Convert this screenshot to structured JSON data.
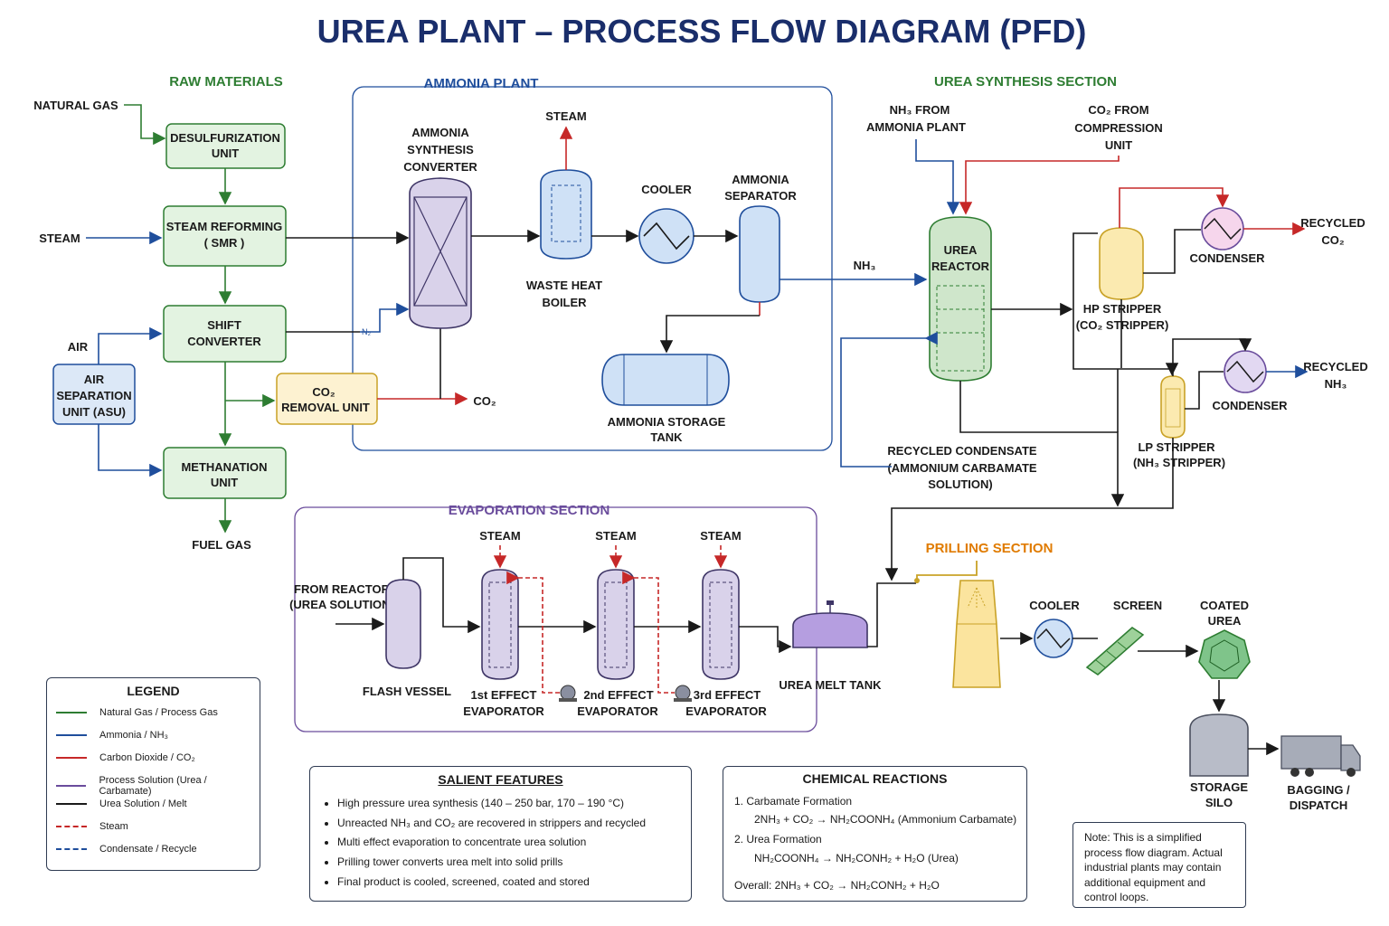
{
  "title": "UREA PLANT – PROCESS FLOW DIAGRAM (PFD)",
  "sections": {
    "raw": "RAW MATERIALS",
    "ammonia": "AMMONIA PLANT",
    "synthesis": "UREA SYNTHESIS SECTION",
    "evaporation": "EVAPORATION SECTION",
    "prilling": "PRILLING SECTION"
  },
  "raw_materials": {
    "natural_gas": "NATURAL GAS",
    "steam": "STEAM",
    "air": "AIR",
    "desulf": [
      "DESULFURIZATION",
      "UNIT"
    ],
    "smr": [
      "STEAM REFORMING",
      "( SMR )"
    ],
    "shift": [
      "SHIFT",
      "CONVERTER"
    ],
    "asu": [
      "AIR",
      "SEPARATION",
      "UNIT (ASU)"
    ],
    "co2_removal": [
      "CO₂",
      "REMOVAL UNIT"
    ],
    "methanation": [
      "METHANATION",
      "UNIT"
    ],
    "fuel_gas": "FUEL GAS",
    "co2_out": "CO₂",
    "n2_tag": "N₂"
  },
  "ammonia_plant": {
    "converter": [
      "AMMONIA",
      "SYNTHESIS",
      "CONVERTER"
    ],
    "steam": "STEAM",
    "whb": [
      "WASTE HEAT",
      "BOILER"
    ],
    "cooler": "COOLER",
    "separator": [
      "AMMONIA",
      "SEPARATOR"
    ],
    "storage": [
      "AMMONIA STORAGE",
      "TANK"
    ],
    "nh3": "NH₃"
  },
  "synthesis": {
    "nh3_from": [
      "NH₃ FROM",
      "AMMONIA PLANT"
    ],
    "co2_from": [
      "CO₂ FROM",
      "COMPRESSION",
      "UNIT"
    ],
    "reactor": [
      "UREA",
      "REACTOR"
    ],
    "hp_stripper": [
      "HP STRIPPER",
      "(CO₂ STRIPPER)"
    ],
    "lp_stripper": [
      "LP STRIPPER",
      "(NH₃ STRIPPER)"
    ],
    "condenser1": "CONDENSER",
    "condenser2": "CONDENSER",
    "recycled_co2": [
      "RECYCLED",
      "CO₂"
    ],
    "recycled_nh3": [
      "RECYCLED",
      "NH₃"
    ],
    "recycled_condensate": [
      "RECYCLED CONDENSATE",
      "(AMMONIUM CARBAMATE",
      "SOLUTION)"
    ]
  },
  "evaporation": {
    "from_reactor": [
      "FROM REACTOR",
      "(UREA SOLUTION)"
    ],
    "flash": "FLASH VESSEL",
    "steam": [
      "STEAM",
      "STEAM",
      "STEAM"
    ],
    "evap1": [
      "1st EFFECT",
      "EVAPORATOR"
    ],
    "evap2": [
      "2nd EFFECT",
      "EVAPORATOR"
    ],
    "evap3": [
      "3rd EFFECT",
      "EVAPORATOR"
    ],
    "melt_tank": "UREA MELT TANK"
  },
  "prilling": {
    "cooler": "COOLER",
    "screen": "SCREEN",
    "coated": [
      "COATED",
      "UREA"
    ],
    "silo": [
      "STORAGE",
      "SILO"
    ],
    "bagging": [
      "BAGGING /",
      "DISPATCH"
    ]
  },
  "legend": {
    "title": "LEGEND",
    "items": [
      {
        "label": "Natural Gas / Process Gas",
        "color": "#2e7d32",
        "style": "solid"
      },
      {
        "label": "Ammonia / NH₃",
        "color": "#1f4e9c",
        "style": "solid"
      },
      {
        "label": "Carbon Dioxide / CO₂",
        "color": "#c62828",
        "style": "solid"
      },
      {
        "label": "Process Solution (Urea / Carbamate)",
        "color": "#6a4c9c",
        "style": "solid"
      },
      {
        "label": "Urea Solution / Melt",
        "color": "#1a1a1a",
        "style": "solid"
      },
      {
        "label": "Steam",
        "color": "#c62828",
        "style": "dashed"
      },
      {
        "label": "Condensate / Recycle",
        "color": "#1f4e9c",
        "style": "dashed"
      }
    ]
  },
  "features": {
    "title": "SALIENT FEATURES",
    "items": [
      "High pressure urea synthesis (140 – 250 bar, 170 – 190 °C)",
      "Unreacted NH₃ and CO₂ are recovered in strippers and recycled",
      "Multi effect evaporation to concentrate urea solution",
      "Prilling tower converts urea melt into solid prills",
      "Final product is cooled, screened, coated and stored"
    ]
  },
  "reactions": {
    "title": "CHEMICAL REACTIONS",
    "r1_title": "1. Carbamate Formation",
    "r1_eq": "2NH₃ + CO₂ → NH₂COONH₄  (Ammonium Carbamate)",
    "r2_title": "2. Urea Formation",
    "r2_eq": "NH₂COONH₄ → NH₂CONH₂ + H₂O      (Urea)",
    "overall": "Overall:  2NH₃ + CO₂ → NH₂CONH₂ + H₂O"
  },
  "note": "Note: This is a simplified process flow diagram. Actual industrial plants may contain additional equipment and control loops.",
  "colors": {
    "green": "#2e7d32",
    "blue": "#1f4e9c",
    "red": "#c62828",
    "purple": "#6a4c9c",
    "orange": "#e07b00",
    "title": "#1a2e6b"
  }
}
